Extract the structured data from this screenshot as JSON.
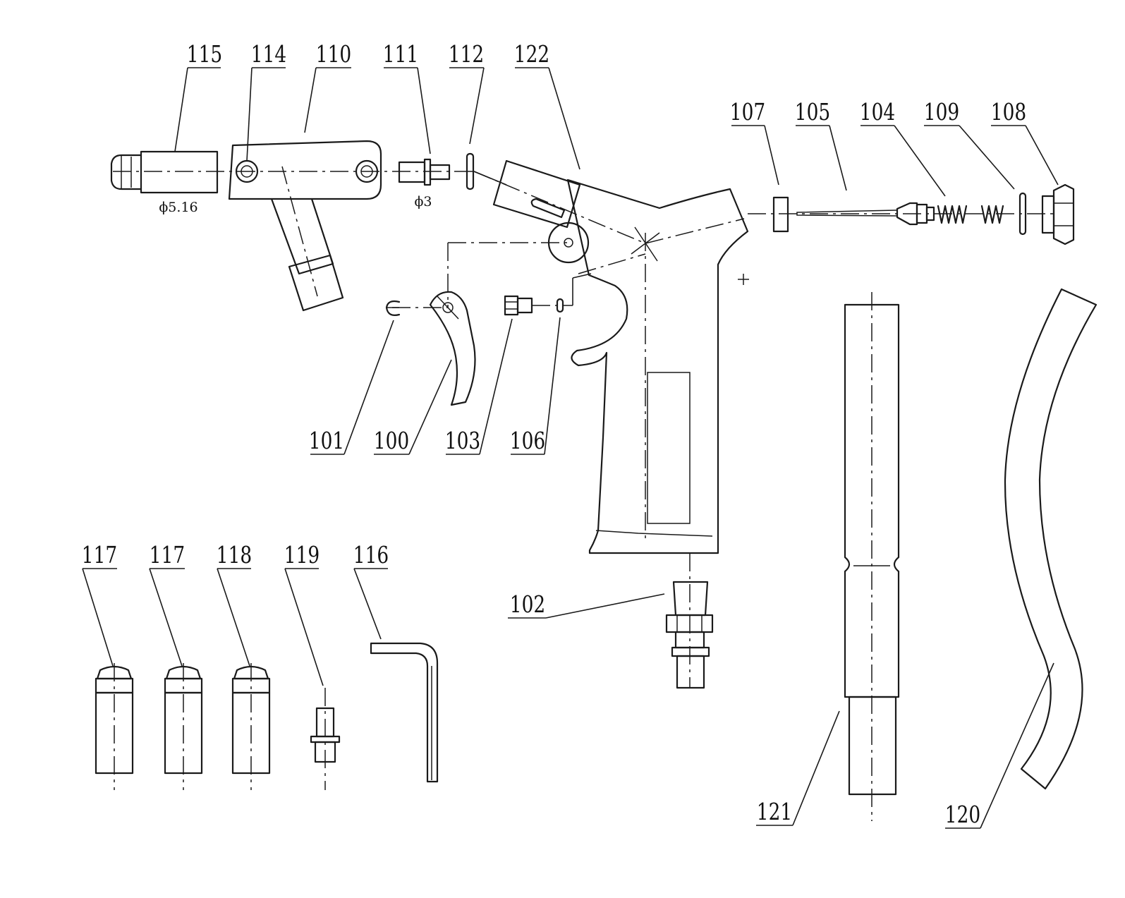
{
  "diagram": {
    "part_labels": {
      "p115": "115",
      "p114": "114",
      "p110": "110",
      "p111": "111",
      "p112": "112",
      "p122": "122",
      "p107": "107",
      "p105": "105",
      "p104": "104",
      "p109": "109",
      "p108": "108",
      "p101": "101",
      "p100": "100",
      "p103": "103",
      "p106": "106",
      "p102": "102",
      "p117a": "117",
      "p117b": "117",
      "p118": "118",
      "p119": "119",
      "p116": "116",
      "p121": "121",
      "p120": "120"
    },
    "dimensions": {
      "nozzle_bore": "ϕ5.16",
      "inlet_bore": "ϕ3"
    }
  }
}
